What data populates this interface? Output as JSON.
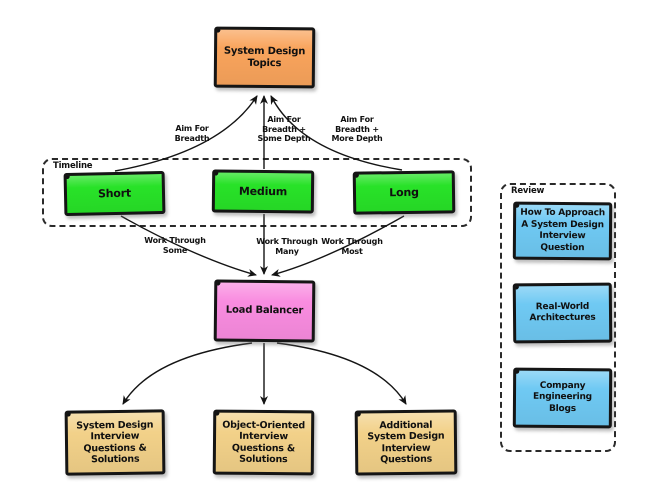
{
  "diagram": {
    "background_color": "#ffffff",
    "line_color": "#141414",
    "groups": {
      "timeline": {
        "label": "Timeline"
      },
      "review": {
        "label": "Review"
      }
    },
    "nodes": {
      "topics": {
        "label": "System Design\nTopics",
        "color": "#F9A45C"
      },
      "short": {
        "label": "Short",
        "color": "#28E228"
      },
      "medium": {
        "label": "Medium",
        "color": "#28E228"
      },
      "long": {
        "label": "Long",
        "color": "#28E228"
      },
      "load_balancer": {
        "label": "Load Balancer",
        "color": "#F98CE0"
      },
      "sd_questions": {
        "label": "System Design\nInterview\nQuestions &\nSolutions",
        "color": "#F2D189"
      },
      "oo_questions": {
        "label": "Object-Oriented\nInterview\nQuestions &\nSolutions",
        "color": "#F2D189"
      },
      "additional_questions": {
        "label": "Additional\nSystem Design\nInterview\nQuestions",
        "color": "#F2D189"
      },
      "how_to_approach": {
        "label": "How To Approach\nA System Design\nInterview\nQuestion",
        "color": "#6FC9F3"
      },
      "real_world": {
        "label": "Real-World\nArchitectures",
        "color": "#6FC9F3"
      },
      "company_blogs": {
        "label": "Company\nEngineering\nBlogs",
        "color": "#6FC9F3"
      }
    },
    "edge_labels": {
      "aim_breadth": "Aim For\nBreadth",
      "aim_some_depth": "Aim For\nBreadth +\nSome Depth",
      "aim_more_depth": "Aim For\nBreadth +\nMore Depth",
      "work_some": "Work Through\nSome",
      "work_many": "Work Through\nMany",
      "work_most": "Work Through\nMost"
    }
  }
}
